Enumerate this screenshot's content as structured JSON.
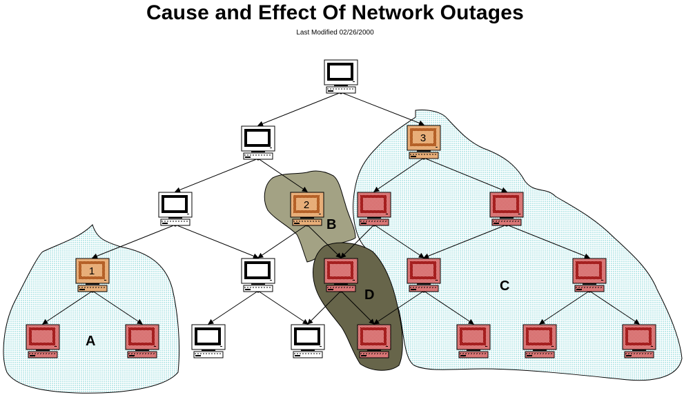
{
  "title": "Cause and Effect Of Network Outages",
  "subtitle": "Last Modified 02/26/2000",
  "colors": {
    "region_a_c_fill": "#dff4f4",
    "region_b_fill": "#a3a284",
    "region_d_fill": "#67654a",
    "healthy_screen": "#ffffff",
    "cause_monitor": "#e8b48a",
    "affected_monitor": "#e5a0a0",
    "affected_frame": "#a01818"
  },
  "regions": [
    {
      "id": "A",
      "label": "A",
      "kind": "effect"
    },
    {
      "id": "B",
      "label": "B",
      "kind": "cause"
    },
    {
      "id": "C",
      "label": "C",
      "kind": "effect"
    },
    {
      "id": "D",
      "label": "D",
      "kind": "overlap-effect"
    }
  ],
  "nodes": [
    {
      "id": "root",
      "state": "normal",
      "label": ""
    },
    {
      "id": "n1a",
      "state": "normal",
      "label": ""
    },
    {
      "id": "n1b",
      "state": "cause",
      "label": "3"
    },
    {
      "id": "n2a",
      "state": "normal",
      "label": ""
    },
    {
      "id": "n2b",
      "state": "cause",
      "label": "2"
    },
    {
      "id": "n2c",
      "state": "affected",
      "label": ""
    },
    {
      "id": "n2d",
      "state": "affected",
      "label": ""
    },
    {
      "id": "n3a",
      "state": "cause",
      "label": "1"
    },
    {
      "id": "n3b",
      "state": "normal",
      "label": ""
    },
    {
      "id": "n3c",
      "state": "affected",
      "label": ""
    },
    {
      "id": "n3d",
      "state": "affected",
      "label": ""
    },
    {
      "id": "n3e",
      "state": "affected",
      "label": ""
    },
    {
      "id": "n4a",
      "state": "affected",
      "label": ""
    },
    {
      "id": "n4b",
      "state": "affected",
      "label": ""
    },
    {
      "id": "n4c",
      "state": "normal",
      "label": ""
    },
    {
      "id": "n4d",
      "state": "normal",
      "label": ""
    },
    {
      "id": "n4e",
      "state": "affected",
      "label": ""
    },
    {
      "id": "n4f",
      "state": "affected",
      "label": ""
    },
    {
      "id": "n4g",
      "state": "affected",
      "label": ""
    },
    {
      "id": "n4h",
      "state": "affected",
      "label": ""
    }
  ],
  "edges": [
    [
      "root",
      "n1a"
    ],
    [
      "root",
      "n1b"
    ],
    [
      "n1a",
      "n2a"
    ],
    [
      "n1a",
      "n2b"
    ],
    [
      "n1b",
      "n2c"
    ],
    [
      "n1b",
      "n2d"
    ],
    [
      "n2a",
      "n3a"
    ],
    [
      "n2a",
      "n3b"
    ],
    [
      "n2b",
      "n3b"
    ],
    [
      "n2b",
      "n3c"
    ],
    [
      "n2c",
      "n3c"
    ],
    [
      "n2c",
      "n3d"
    ],
    [
      "n2d",
      "n3d"
    ],
    [
      "n2d",
      "n3e"
    ],
    [
      "n3a",
      "n4a"
    ],
    [
      "n3a",
      "n4b"
    ],
    [
      "n3b",
      "n4c"
    ],
    [
      "n3b",
      "n4d"
    ],
    [
      "n3c",
      "n4d"
    ],
    [
      "n3c",
      "n4e"
    ],
    [
      "n3d",
      "n4e"
    ],
    [
      "n3d",
      "n4f"
    ],
    [
      "n3e",
      "n4g"
    ],
    [
      "n3e",
      "n4h"
    ]
  ]
}
